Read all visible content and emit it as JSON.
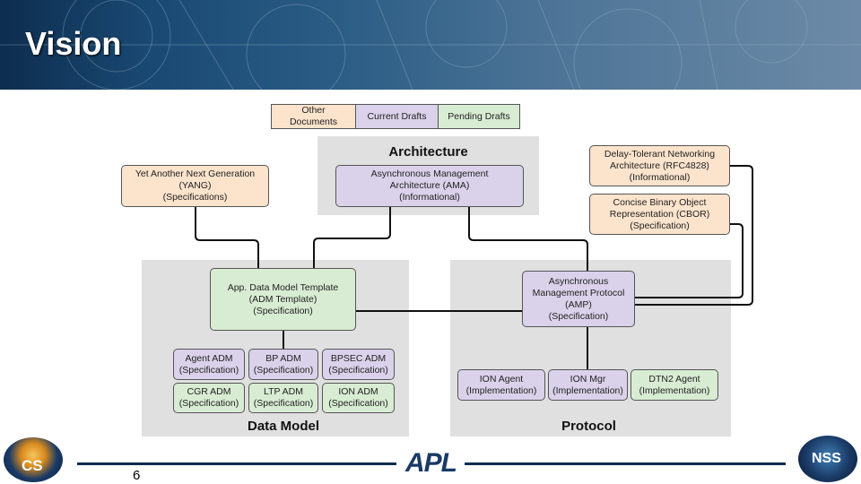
{
  "slide": {
    "title": "Vision",
    "page_number": "6",
    "footer_logo": "APL",
    "left_logo_text": "CS",
    "right_logo_text": "NSS"
  },
  "legend": {
    "other": "Other\nDocuments",
    "current": "Current Drafts",
    "pending": "Pending Drafts"
  },
  "panels": {
    "architecture": "Architecture",
    "data_model": "Data Model",
    "protocol": "Protocol"
  },
  "boxes": {
    "yang": "Yet Another Next Generation\n(YANG)\n(Specifications)",
    "ama": "Asynchronous Management\nArchitecture (AMA)\n(Informational)",
    "dtn": "Delay-Tolerant Networking\nArchitecture (RFC4828)\n(Informational)",
    "cbor": "Concise Binary Object\nRepresentation (CBOR)\n(Specification)",
    "adm_template": "App. Data Model Template\n(ADM Template)\n(Specification)",
    "amp": "Asynchronous\nManagement Protocol\n(AMP)\n(Specification)",
    "agent_adm": "Agent ADM\n(Specification)",
    "bp_adm": "BP ADM\n(Specification)",
    "bpsec_adm": "BPSEC ADM\n(Specification)",
    "cgr_adm": "CGR ADM\n(Specification)",
    "ltp_adm": "LTP ADM\n(Specification)",
    "ion_adm": "ION ADM\n(Specification)",
    "ion_agent": "ION Agent\n(Implementation)",
    "ion_mgr": "ION Mgr\n(Implementation)",
    "dtn2_agent": "DTN2 Agent\n(Implementation)"
  },
  "colors": {
    "other": "#fbe3cc",
    "current": "#d9d2ea",
    "pending": "#d8ecd3",
    "panel": "#e0e0e0",
    "header": "#1a4a74"
  }
}
